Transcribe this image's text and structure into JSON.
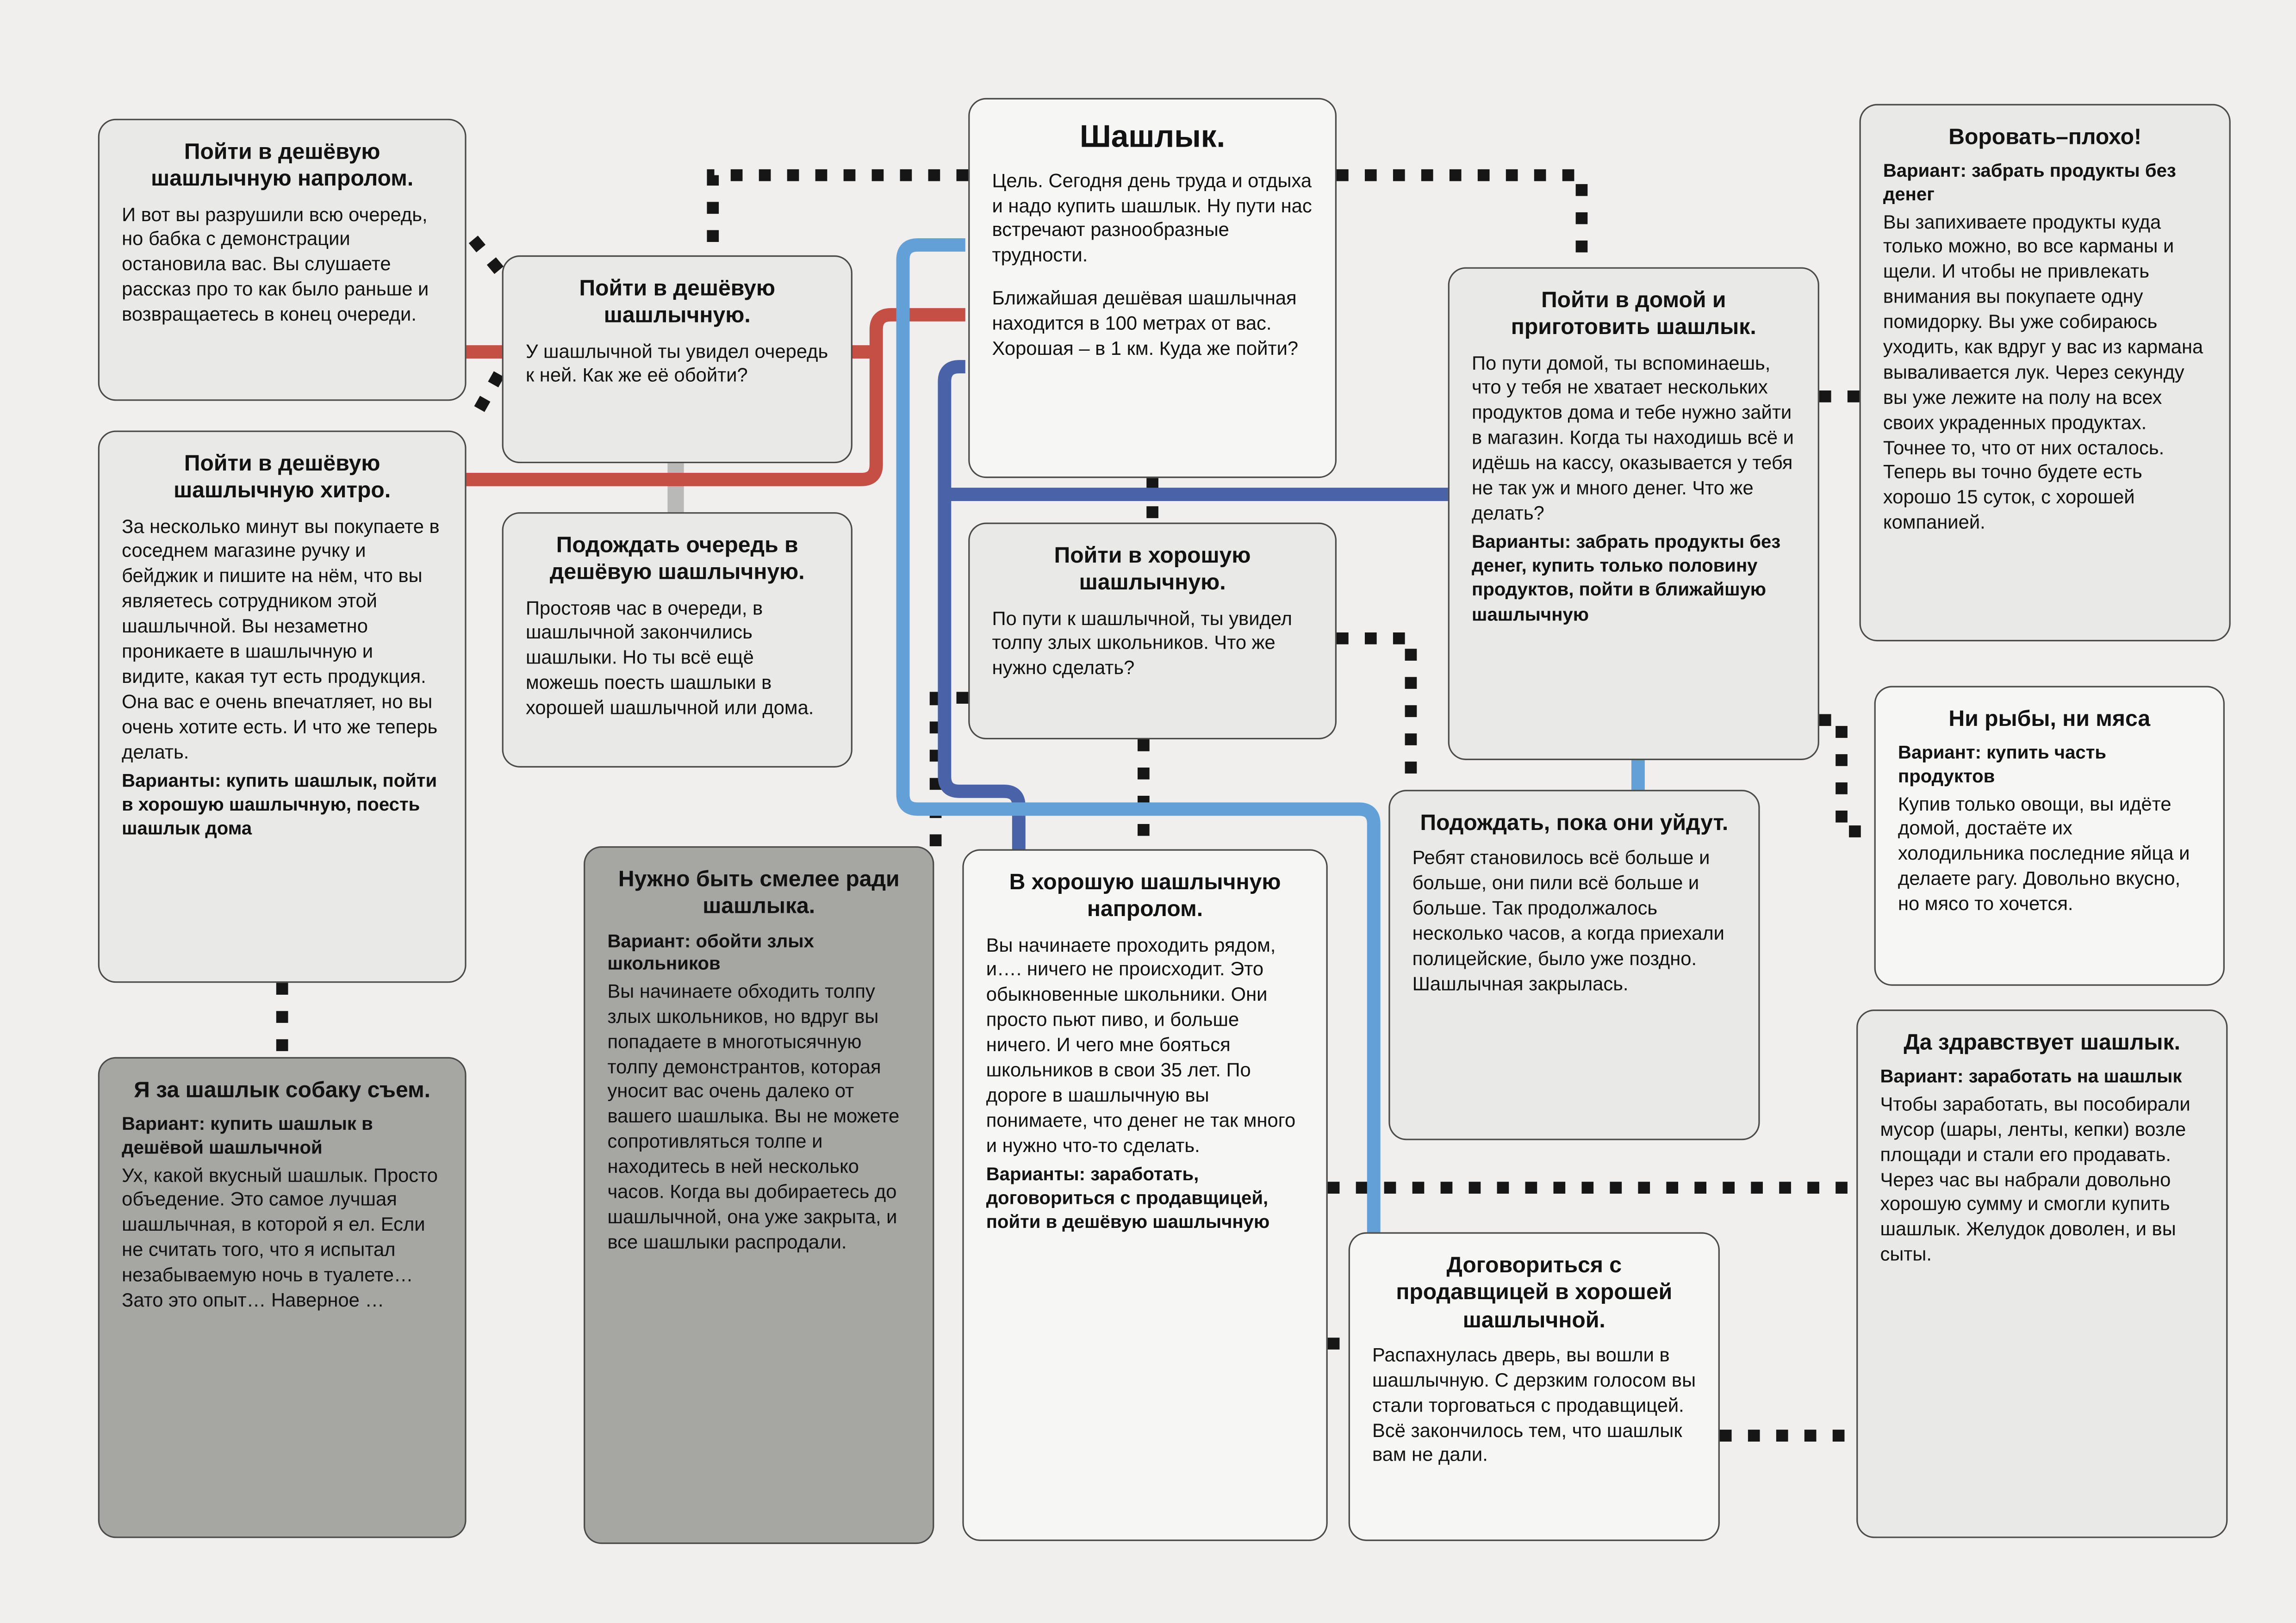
{
  "palette": {
    "background": "#f0efee",
    "box_light": "#e9e9e7",
    "box_white": "#f6f6f5",
    "box_dark": "#a6a6a3",
    "border": "#4a4a48",
    "dotted": "#161616",
    "red": "#c54f45",
    "dark_blue": "#4a63a8",
    "light_blue": "#63a0d8",
    "gray_link": "#b9b9b7"
  },
  "nodes": {
    "start": {
      "title": "Шашлык.",
      "p1": "Цель.  Сегодня день труда и отдыха и надо купить шашлык. Ну пути нас встречают разнообразные трудности.",
      "p2": "Ближайшая дешёвая шашлычная находится в 100 метрах от вас. Хорошая – в 1 км. Куда же пойти?"
    },
    "cheap_ram": {
      "title": "Пойти в дешёвую шашлычную напролом.",
      "body": "И вот вы разрушили всю очередь, но бабка с демонстрации остановила вас. Вы слушаете рассказ про то как было раньше и возвращаетесь в конец очереди."
    },
    "cheap_trick": {
      "title": "Пойти в дешёвую шашлычную хитро.",
      "body": "За несколько минут вы покупаете в соседнем магазине ручку и бейджик и пишите на нём, что вы являетесь сотрудником этой шашлычной. Вы незаметно проникаете в шашлычную и видите, какая тут есть продукция. Она вас е очень впечатляет, но вы очень хотите есть. И что же теперь делать.",
      "variants": "Варианты: купить шашлык, пойти в хорошую шашлычную, поесть шашлык дома"
    },
    "dog": {
      "title": "Я за шашлык собаку съем.",
      "variant": "Вариант: купить шашлык в дешёвой шашлычной",
      "body": "Ух, какой вкусный шашлык. Просто объедение. Это самое лучшая шашлычная, в которой я ел. Если не считать того, что я испытал незабываемую ночь в туалете… Зато это опыт… Наверное …"
    },
    "cheap": {
      "title": "Пойти в дешёвую шашлычную.",
      "body": "У шашлычной ты увидел очередь к ней. Как же её обойти?"
    },
    "wait_queue": {
      "title": "Подождать очередь в дешёвую шашлычную.",
      "body": "Простояв час в очереди, в шашлычной закончились шашлыки. Но ты всё ещё можешь поесть шашлыки в хорошей шашлычной или дома."
    },
    "good": {
      "title": "Пойти в хорошую шашлычную.",
      "body": "По пути к шашлычной, ты увидел толпу злых школьников. Что же нужно сделать?"
    },
    "home": {
      "title": "Пойти в домой и приготовить шашлык.",
      "body": "По пути домой, ты вспоминаешь, что у тебя не хватает нескольких продуктов дома и тебе нужно зайти в магазин. Когда ты находишь всё и идёшь на кассу, оказывается у тебя не так уж и много денег. Что же делать?",
      "variants": "Варианты: забрать продукты без денег, купить только половину продуктов, пойти в ближайшую шашлычную"
    },
    "steal": {
      "title": "Воровать–плохо!",
      "variant": "Вариант: забрать продукты без денег",
      "body": "Вы запихиваете продукты куда только можно, во все карманы и щели. И чтобы не привлекать внимания вы покупаете одну помидорку. Вы уже собираюсь уходить, как вдруг у вас из кармана вываливается лук. Через секунду вы уже лежите на полу на всех своих украденных продуктах. Точнее то, что от них осталось. Теперь вы точно будете есть хорошо 15 суток, с хорошей компанией."
    },
    "fish": {
      "title": "Ни рыбы, ни мяса",
      "variant": "Вариант: купить часть продуктов",
      "body": "Купив только овощи, вы идёте домой, достаёте их холодильника последние яйца и делаете рагу. Довольно вкусно, но мясо то хочется."
    },
    "wait_leave": {
      "title": "Подождать, пока они уйдут.",
      "body": "Ребят становилось всё больше и больше, они пили всё больше и больше. Так продолжалось несколько часов, а когда приехали полицейские, было уже поздно. Шашлычная закрылась."
    },
    "brave": {
      "title": "Нужно быть смелее ради шашлыка.",
      "variant": "Вариант: обойти злых школьников",
      "body": "Вы начинаете обходить толпу злых школьников, но вдруг вы попадаете в многотысячную толпу демонстрантов, которая уносит вас очень далеко от вашего шашлыка. Вы не можете сопротивляться толпе и находитесь в ней несколько часов. Когда вы добираетесь до шашлычной, она уже закрыта, и все шашлыки распродали."
    },
    "good_ram": {
      "title": "В хорошую шашлычную напролом.",
      "body": "Вы начинаете проходить рядом, и…. ничего не происходит. Это обыкновенные школьники. Они просто пьют пиво, и больше ничего. И чего мне бояться школьников в свои 35 лет. По дороге в шашлычную вы понимаете, что денег не так много и нужно что-то сделать.",
      "variants": "Варианты: заработать, договориться с продавщицей, пойти в дешёвую шашлычную"
    },
    "negotiate": {
      "title": "Договориться с продавщицей в хорошей шашлычной.",
      "body": "Распахнулась дверь, вы вошли в шашлычную. С дерзким голосом вы стали торговаться с продавщицей. Всё закончилось тем, что шашлык вам не дали."
    },
    "earn": {
      "title": "Да здравствует шашлык.",
      "variant": "Вариант: заработать на шашлык",
      "body": "Чтобы заработать, вы пособирали мусор (шары, ленты, кепки) возле площади и стали его продавать. Через час вы набрали довольно хорошую сумму и смогли купить шашлык. Желудок доволен, и вы сыты."
    }
  }
}
